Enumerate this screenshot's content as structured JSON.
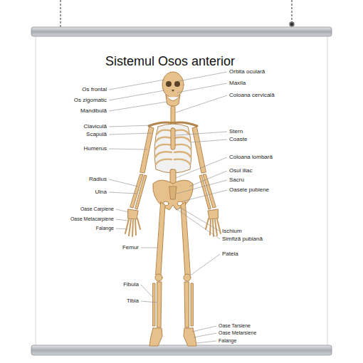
{
  "diagram": {
    "title": "Sistemul Osos anterior",
    "labels": [
      "Os frontal",
      "Os zigomatic",
      "Mandibulă",
      "Claviculă",
      "Scapulă",
      "Humerus",
      "Radius",
      "Ulna",
      "Oase Carpiene",
      "Oase Metacarpiene",
      "Falange",
      "Femur",
      "Fibula",
      "Tibia",
      "Orbita oculară",
      "Maxila",
      "Coloana cervicală",
      "Stern",
      "Coaste",
      "Coloana lombară",
      "Osul iliac",
      "Sacru",
      "Oasele pubiene",
      "Ischium",
      "Simfiză pubiană",
      "Patela",
      "Oase Tarsiene",
      "Oase Metarsiene",
      "Falange"
    ]
  }
}
